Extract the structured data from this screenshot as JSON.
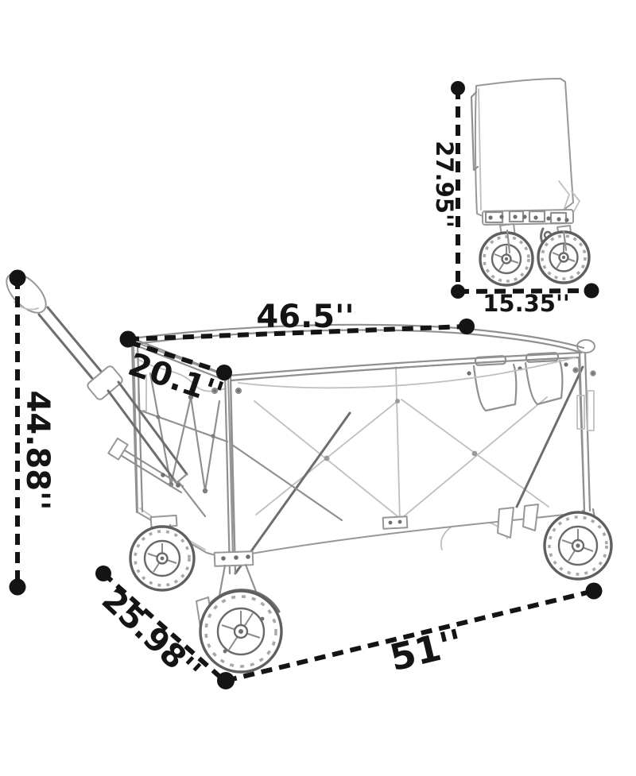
{
  "diagram": {
    "subject": "collapsible-folding-wagon-dimension-diagram",
    "colors": {
      "background": "#ffffff",
      "dimension_ink": "#141414",
      "sketch_line": "#909090"
    },
    "unfolded_view": {
      "dims": {
        "top_length": "46.5''",
        "top_width": "20.1''",
        "handle_height": "44.88''",
        "bottom_width": "25.98''",
        "overall_length": "51''"
      }
    },
    "folded_view": {
      "dims": {
        "folded_height": "27.95''",
        "folded_length": "15.35''"
      }
    }
  }
}
